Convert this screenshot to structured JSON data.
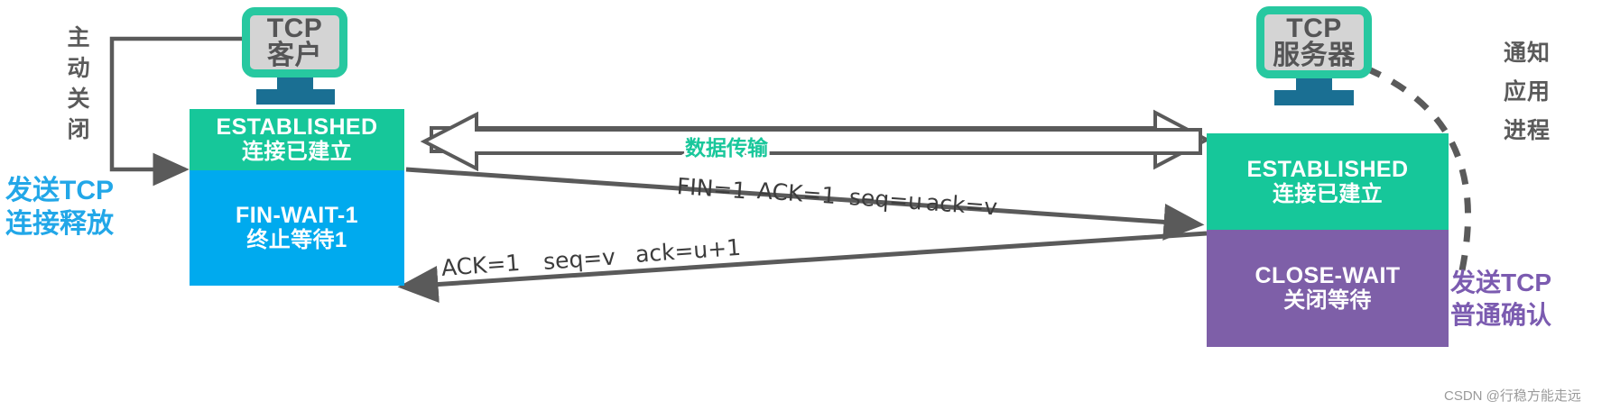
{
  "diagram": {
    "title": "TCP connection release (four-way handshake) - first half",
    "colors": {
      "green": "#16c79a",
      "blue": "#00aaee",
      "purple": "#7e5fa8",
      "teal_border": "#27c8a0",
      "screen_gray": "#d4d4d4",
      "stand_blue": "#1a6f93",
      "arrow_gray": "#5a5a5a",
      "blue_text": "#22a7e8",
      "purple_text": "#7b5bb0",
      "data_label_green": "#19c79b"
    },
    "client": {
      "icon_name": "tcp-client-monitor-icon",
      "icon_line1": "TCP",
      "icon_line2": "客户",
      "states": [
        {
          "en": "ESTABLISHED",
          "cn": "连接已建立",
          "color": "#16c79a"
        },
        {
          "en": "FIN-WAIT-1",
          "cn": "终止等待1",
          "color": "#00aaee"
        }
      ]
    },
    "server": {
      "icon_name": "tcp-server-monitor-icon",
      "icon_line1": "TCP",
      "icon_line2": "服务器",
      "states": [
        {
          "en": "ESTABLISHED",
          "cn": "连接已建立",
          "color": "#16c79a"
        },
        {
          "en": "CLOSE-WAIT",
          "cn": "关闭等待",
          "color": "#7e5fa8"
        }
      ]
    },
    "labels": {
      "active_close": "主动关闭",
      "send_tcp_release_line1": "发送TCP",
      "send_tcp_release_line2": "连接释放",
      "notify_app_line1": "通知",
      "notify_app_line2": "应用",
      "notify_app_line3": "进程",
      "send_tcp_ack_line1": "发送TCP",
      "send_tcp_ack_line2": "普通确认",
      "data_transfer": "数据传输"
    },
    "segments": [
      {
        "name": "fin-segment",
        "direction": "client-to-server",
        "fields": [
          "FIN=1",
          "ACK=1",
          "seq=u",
          "ack=v"
        ]
      },
      {
        "name": "ack-segment",
        "direction": "server-to-client",
        "fields": [
          "ACK=1",
          "seq=v",
          "ack=u+1"
        ]
      }
    ],
    "watermark": "CSDN @行稳方能走远"
  }
}
